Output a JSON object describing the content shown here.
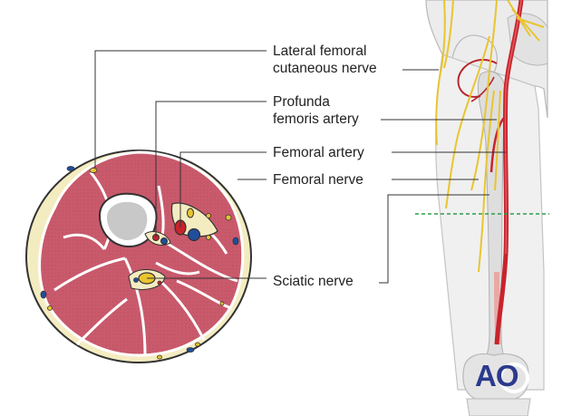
{
  "labels": {
    "lateral_femoral_line1": "Lateral femoral",
    "lateral_femoral_line2": "cutaneous nerve",
    "profunda_line1": "Profunda",
    "profunda_line2": "femoris artery",
    "femoral_artery": "Femoral artery",
    "femoral_nerve": "Femoral nerve",
    "sciatic_nerve": "Sciatic nerve"
  },
  "logo": {
    "text": "AO"
  },
  "colors": {
    "muscle": "#c95a6c",
    "fascia": "#f4ecc1",
    "bone": "#c8c8c8",
    "artery": "#c8232c",
    "vein": "#1f4e9c",
    "nerve": "#e8c530",
    "leader_line": "#333333",
    "cut_line": "#2a9d4b",
    "logo": "#2b3a8c"
  }
}
